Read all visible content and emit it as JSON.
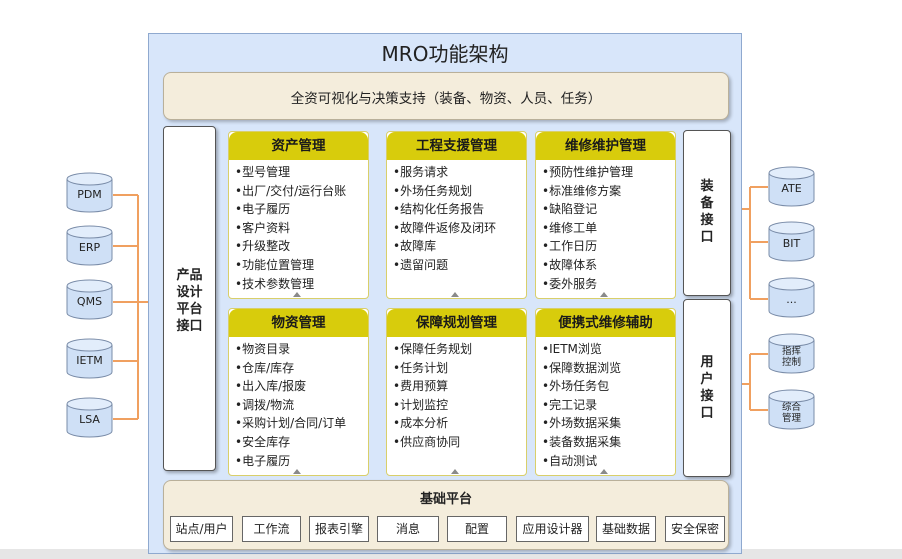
{
  "title": "MRO功能架构",
  "top_band": "全资可视化与决策支持（装备、物资、人员、任务）",
  "left_interface": [
    "产品",
    "设计",
    "平台",
    "接口"
  ],
  "right_interfaces": [
    [
      "装",
      "备",
      "接",
      "口"
    ],
    [
      "用",
      "户",
      "接",
      "口"
    ]
  ],
  "modules": [
    {
      "title": "资产管理",
      "items": [
        "•型号管理",
        "•出厂/交付/运行台账",
        "•电子履历",
        "•客户资料",
        "•升级整改",
        "•功能位置管理",
        "•技术参数管理"
      ]
    },
    {
      "title": "工程支援管理",
      "items": [
        "•服务请求",
        "•外场任务规划",
        "•结构化任务报告",
        "•故障件返修及闭环",
        "•故障库",
        "•遗留问题"
      ]
    },
    {
      "title": "维修维护管理",
      "items": [
        "•预防性维护管理",
        "•标准维修方案",
        "•缺陷登记",
        "•维修工单",
        "•工作日历",
        "•故障体系",
        "•委外服务"
      ]
    },
    {
      "title": "物资管理",
      "items": [
        "•物资目录",
        "•仓库/库存",
        "•出入库/报废",
        "•调拨/物流",
        "•采购计划/合同/订单",
        "•安全库存",
        "•电子履历"
      ]
    },
    {
      "title": "保障规划管理",
      "items": [
        "•保障任务规划",
        "•任务计划",
        "•费用预算",
        "•计划监控",
        "•成本分析",
        "•供应商协同"
      ]
    },
    {
      "title": "便携式维修辅助",
      "items": [
        "•IETM浏览",
        "•保障数据浏览",
        "•外场任务包",
        "•完工记录",
        "•外场数据采集",
        "•装备数据采集",
        "•自动测试"
      ]
    }
  ],
  "foundation": {
    "title": "基础平台",
    "items": [
      "站点/用户",
      "工作流",
      "报表引擎",
      "消息",
      "配置",
      "应用设计器",
      "基础数据",
      "安全保密"
    ]
  },
  "left_systems": [
    "PDM",
    "ERP",
    "QMS",
    "IETM",
    "LSA"
  ],
  "right_systems": [
    [
      "ATE"
    ],
    [
      "BIT"
    ],
    [
      "..."
    ],
    [
      "指挥",
      "控制"
    ],
    [
      "综合",
      "管理"
    ]
  ],
  "colors": {
    "frame": "#d8e6fa",
    "module_header": "#d8cc0c",
    "band": "#f4eddc",
    "connector": "#f0a060",
    "db_fill": "#cfe0f6"
  }
}
